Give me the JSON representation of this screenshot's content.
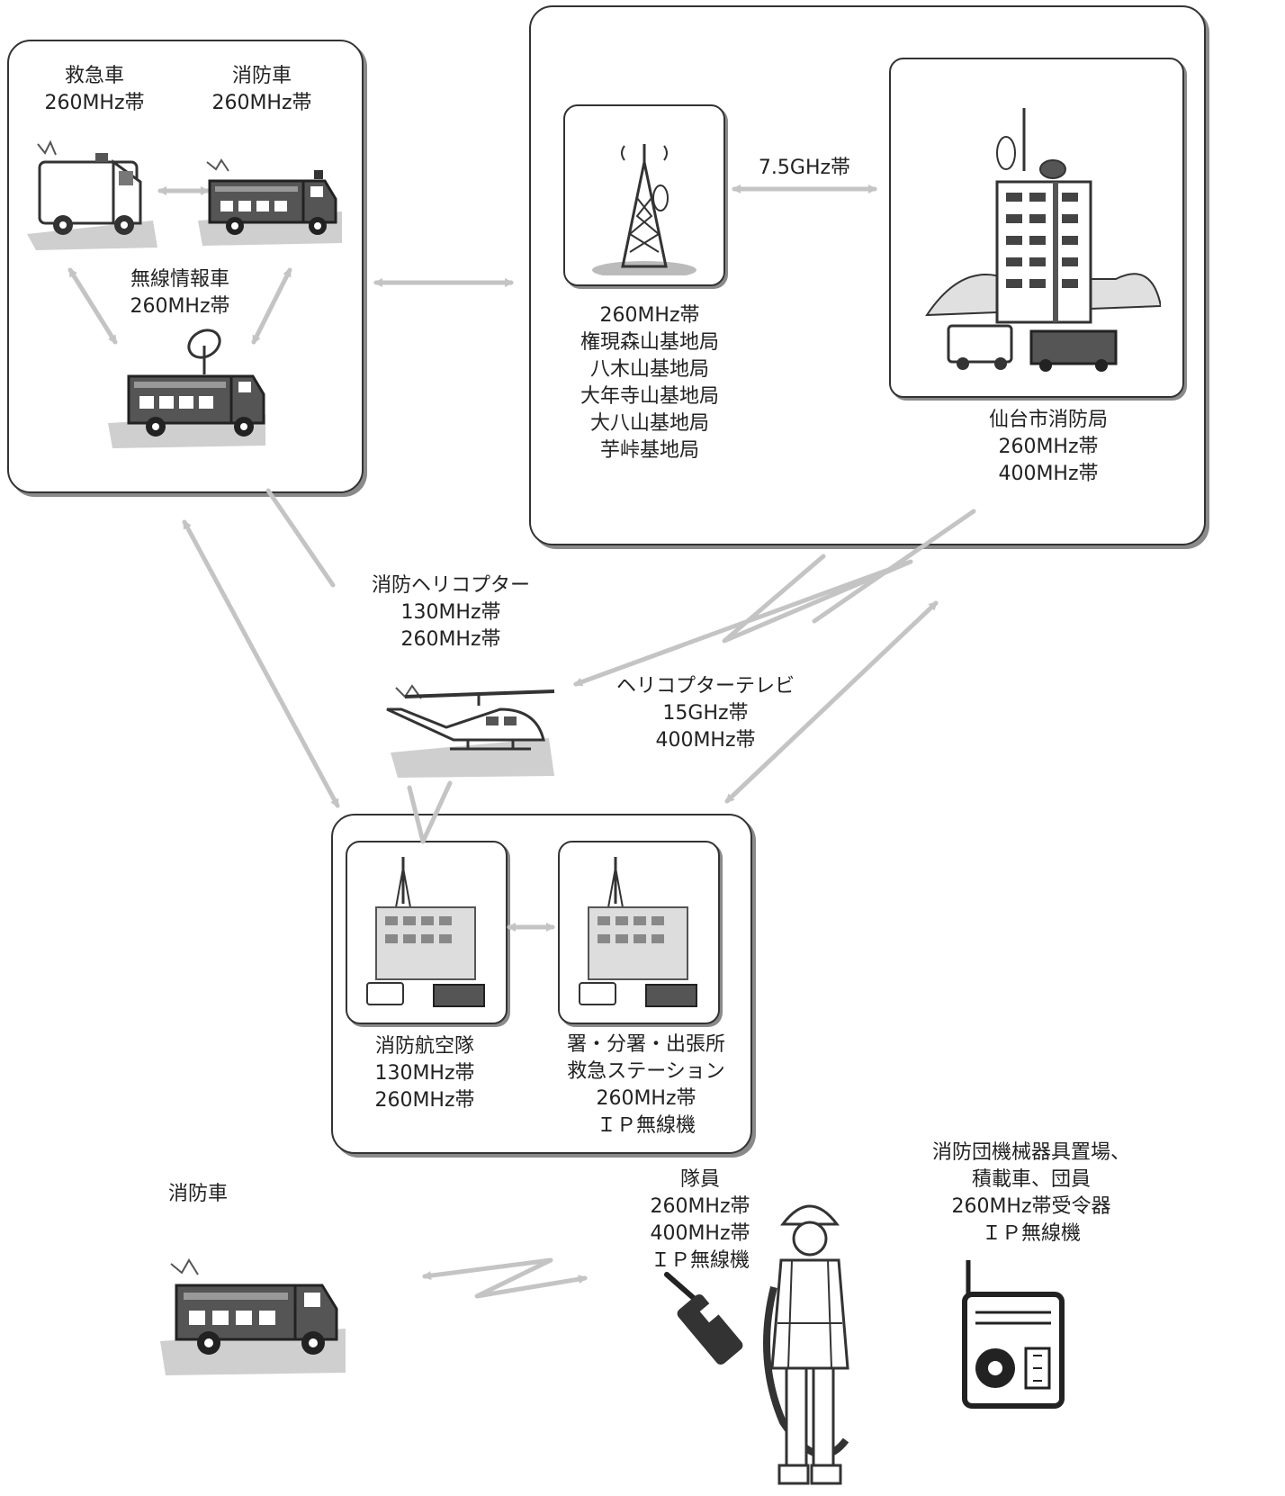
{
  "colors": {
    "arrow": "#c4c4c4",
    "line": "#333333",
    "fill_dark": "#555555",
    "ground": "#cfcfcf"
  },
  "top_left_group": {
    "ambulance": {
      "name": "救急車",
      "band": "260MHz帯"
    },
    "fire_truck": {
      "name": "消防車",
      "band": "260MHz帯"
    },
    "radio_info_vehicle": {
      "name": "無線情報車",
      "band": "260MHz帯"
    }
  },
  "top_right_group": {
    "relay_link_band": "7.5GHz帯",
    "base_stations": {
      "band": "260MHz帯",
      "stations": [
        "権現森山基地局",
        "八木山基地局",
        "大年寺山基地局",
        "大八山基地局",
        "芋峠基地局"
      ]
    },
    "headquarters": {
      "name": "仙台市消防局",
      "bands": [
        "260MHz帯",
        "400MHz帯"
      ]
    }
  },
  "helicopter": {
    "name": "消防ヘリコプター",
    "bands": [
      "130MHz帯",
      "260MHz帯"
    ]
  },
  "helicopter_tv": {
    "name": "ヘリコプターテレビ",
    "bands": [
      "15GHz帯",
      "400MHz帯"
    ]
  },
  "bottom_group": {
    "air_unit": {
      "name": "消防航空隊",
      "bands": [
        "130MHz帯",
        "260MHz帯"
      ]
    },
    "stations": {
      "lines": [
        "署・分署・出張所",
        "救急ステーション",
        "260MHz帯",
        "ＩＰ無線機"
      ]
    }
  },
  "field_fire_truck": {
    "name": "消防車"
  },
  "firefighter": {
    "lines": [
      "隊員",
      "260MHz帯",
      "400MHz帯",
      "ＩＰ無線機"
    ]
  },
  "volunteer": {
    "lines": [
      "消防団機械器具置場、",
      "積載車、団員",
      "260MHz帯受令器",
      "ＩＰ無線機"
    ]
  },
  "icons": [
    "ambulance-icon",
    "fire-truck-icon",
    "radio-info-vehicle-icon",
    "radio-tower-icon",
    "headquarters-building-icon",
    "helicopter-icon",
    "fire-station-icon",
    "handheld-radio-icon",
    "firefighter-icon",
    "radio-receiver-icon"
  ]
}
